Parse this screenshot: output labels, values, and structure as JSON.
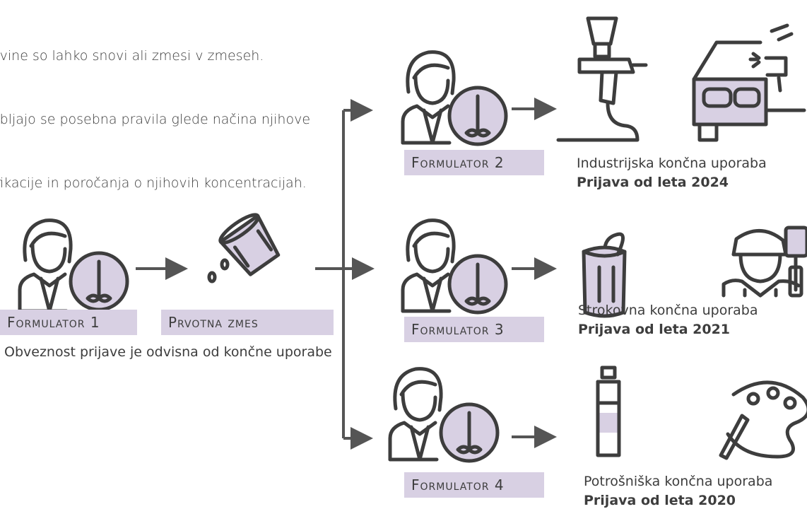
{
  "intro": {
    "lines": [
      "avine so lahko snovi ali zmesi v zmeseh.",
      "abljajo se posebna pravila glede načina njihove",
      "ifikacije in poročanja o njihovih koncentracijah."
    ]
  },
  "formulator1": {
    "label": "Formulator 1"
  },
  "initial_mixture": {
    "label": "Prvotna zmes"
  },
  "obligation_note": "Obveznost prijave je odvisna od končne uporabe",
  "branches": [
    {
      "formulator": "Formulator 2",
      "use": "Industrijska končna uporaba",
      "deadline": "Prijava od leta 2024"
    },
    {
      "formulator": "Formulator 3",
      "use": "Strokovna končna uporaba",
      "deadline": "Prijava od leta 2021"
    },
    {
      "formulator": "Formulator 4",
      "use": "Potrošniška končna uporaba",
      "deadline": "Prijava od leta 2020"
    }
  ],
  "colors": {
    "lavender": "#d8d0e3",
    "ink": "#3d3d3d"
  },
  "icons": [
    "formulator-icon",
    "paint-bucket-icon",
    "spray-gun-icon",
    "car-painting-icon",
    "paint-can-icon",
    "painter-icon",
    "paint-tube-icon",
    "palette-icon"
  ]
}
